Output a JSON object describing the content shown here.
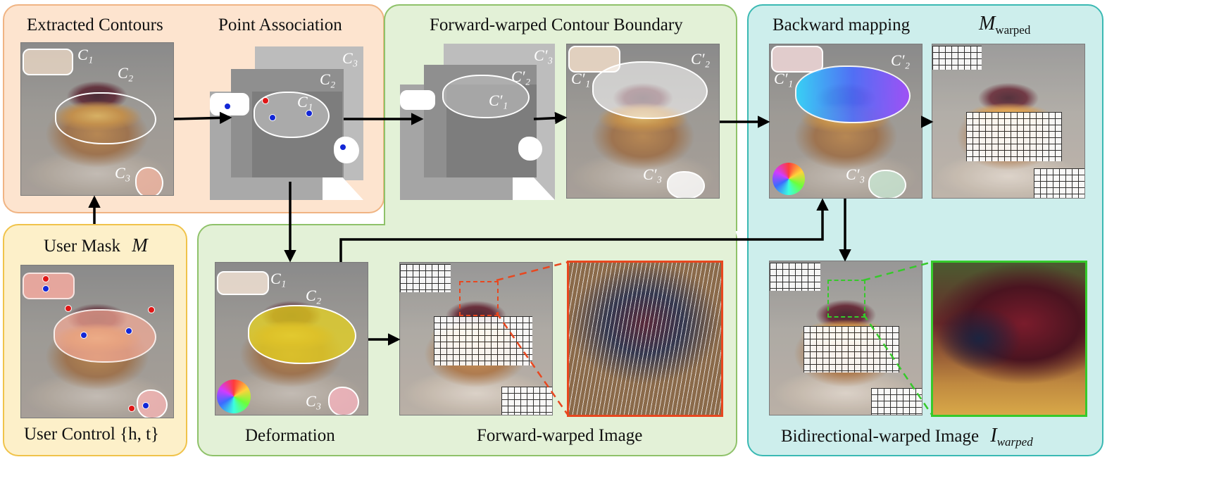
{
  "labels": {
    "extracted_contours": "Extracted Contours",
    "point_association": "Point Association",
    "forward_warped_boundary": "Forward-warped Contour Boundary",
    "backward_mapping": "Backward mapping",
    "m_warped_sym": "M",
    "m_warped_sub": "warped",
    "user_mask": "User Mask",
    "user_mask_sym": "M",
    "user_control": "User Control {h, t}",
    "deformation": "Deformation",
    "forward_warped_image": "Forward-warped Image",
    "bidirectional_warped_image": "Bidirectional-warped Image",
    "i_warped_sym": "I",
    "i_warped_sub": "warped"
  },
  "contour_labels": {
    "c1": "C₁",
    "c2": "C₂",
    "c3": "C₃",
    "c1p": "C′₁",
    "c2p": "C′₂",
    "c3p": "C′₃"
  },
  "colors": {
    "orange_panel_bg": "#fde4cf",
    "orange_panel_border": "#f0b483",
    "green_panel_bg": "#e3f1d7",
    "green_panel_border": "#8fc26a",
    "teal_panel_bg": "#cdeeec",
    "teal_panel_border": "#3ab9b3",
    "yellow_panel_bg": "#fdf0c9",
    "yellow_panel_border": "#f0c34a",
    "zoom_red": "#e8471f",
    "zoom_green": "#36c92b"
  }
}
